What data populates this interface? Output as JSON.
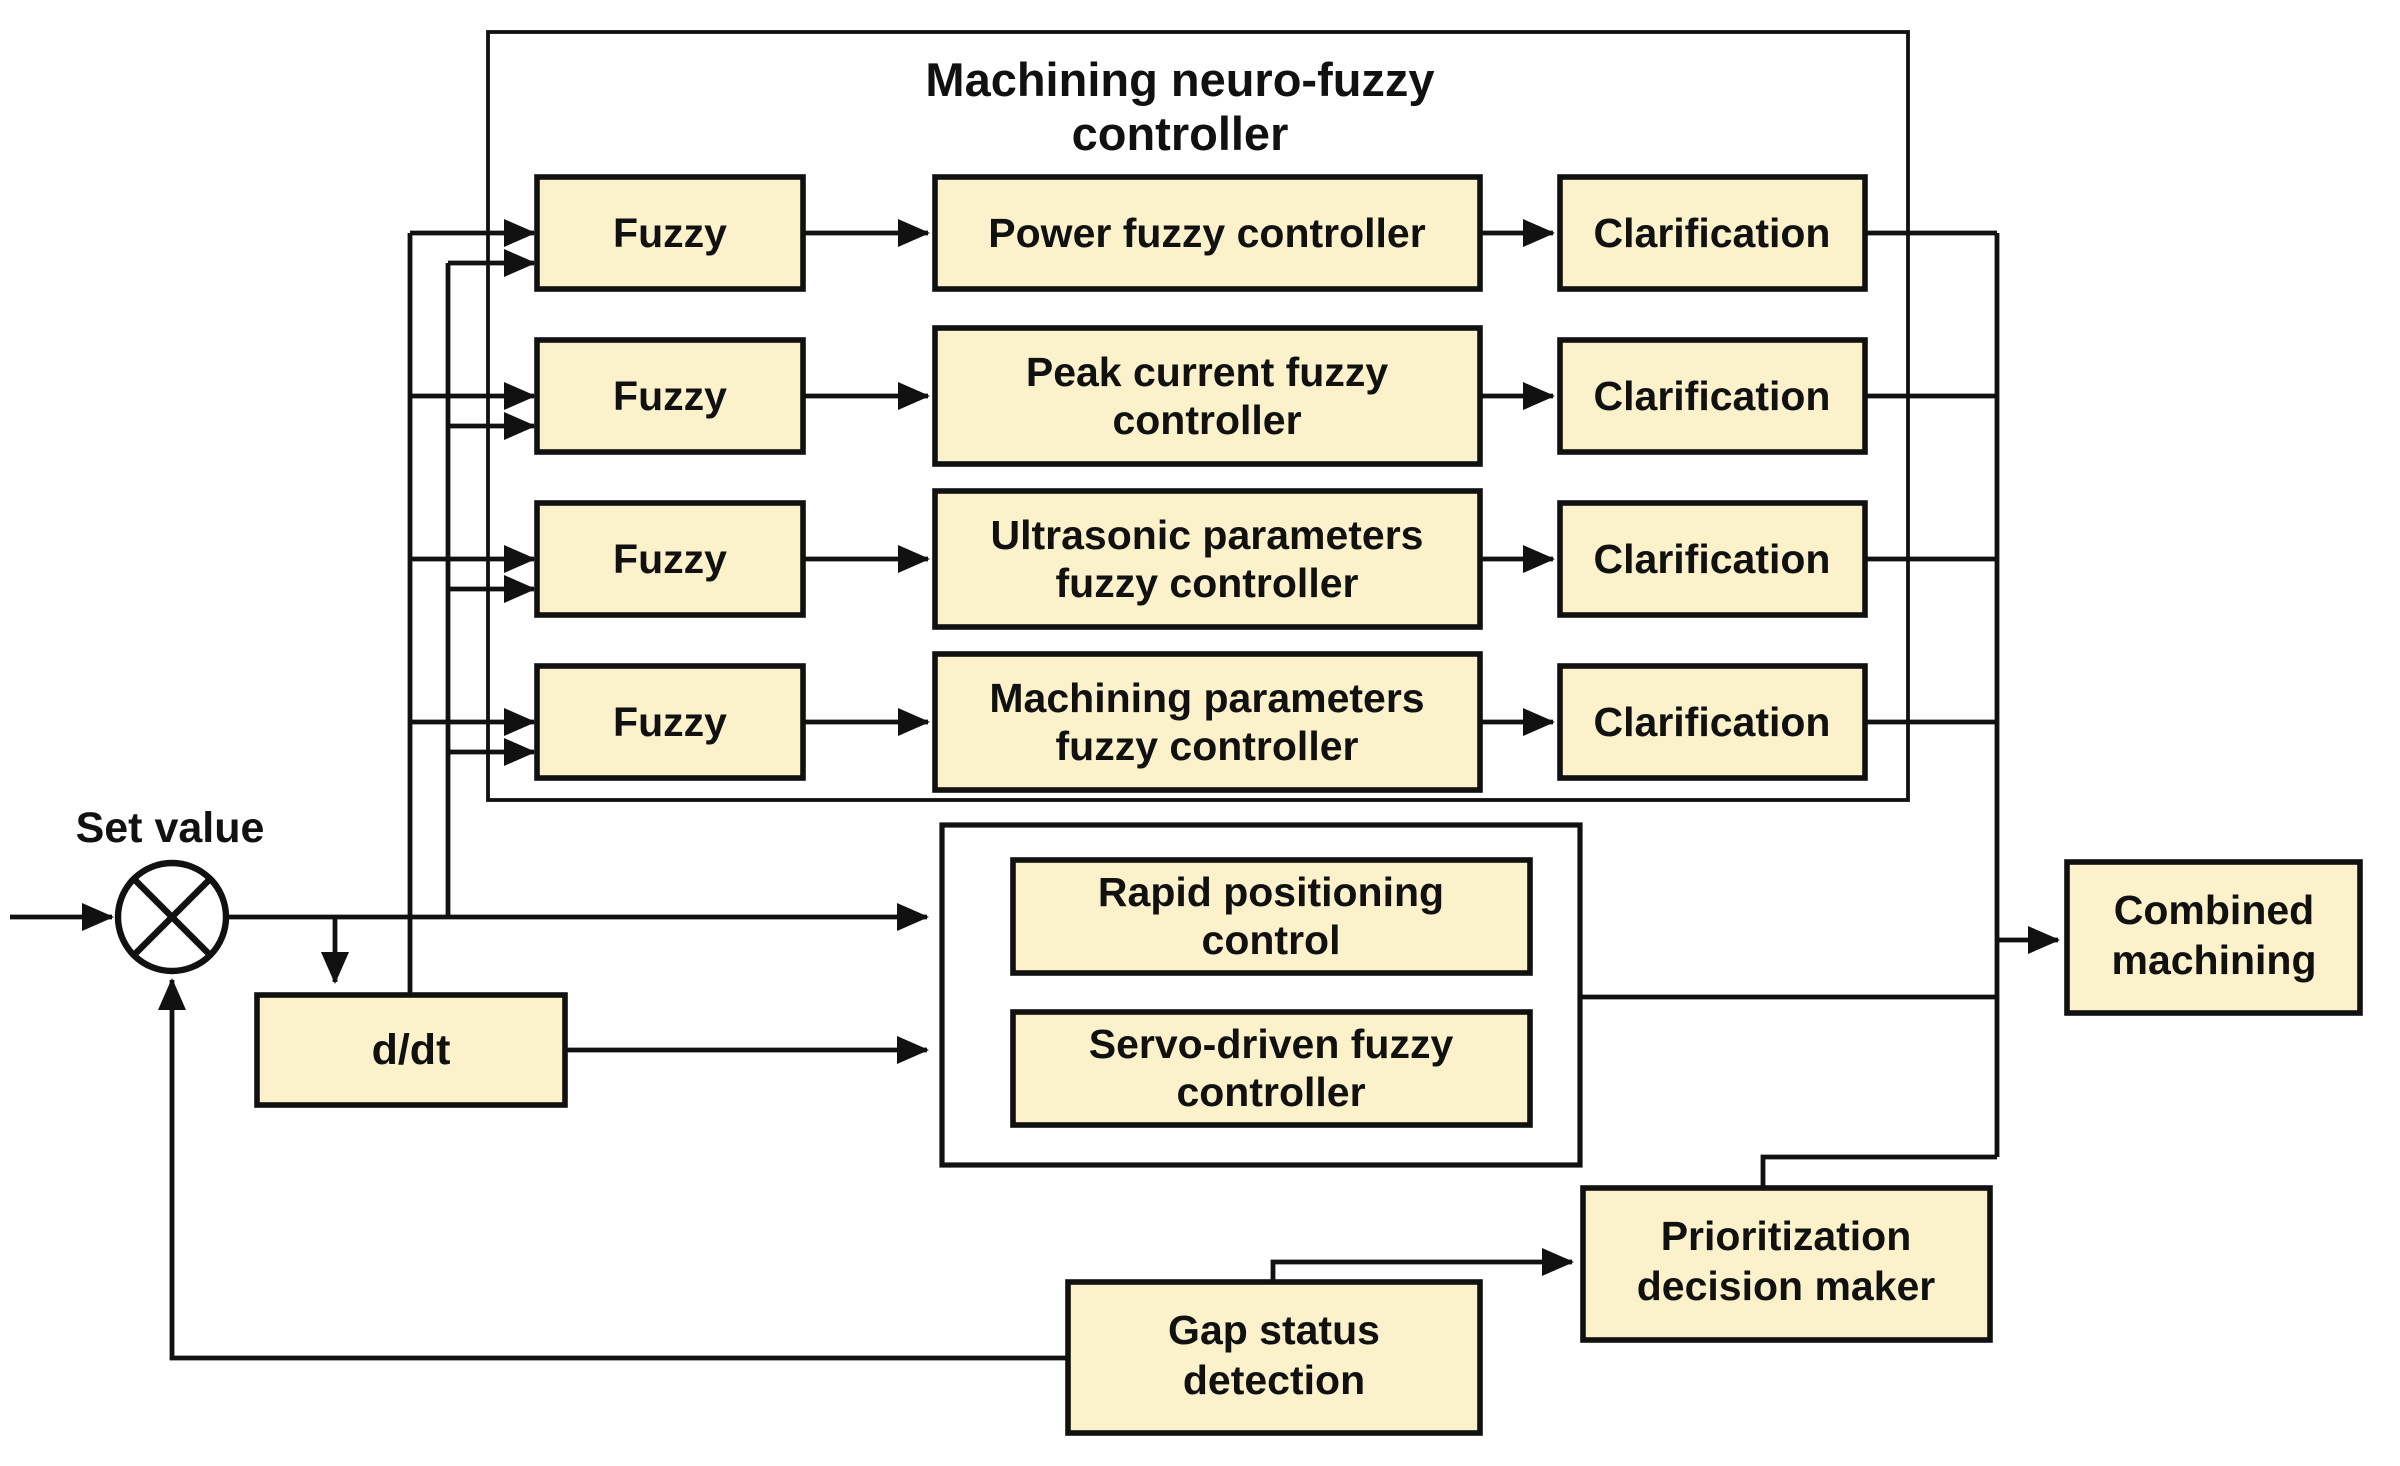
{
  "diagram": {
    "title_line1": "Machining neuro-fuzzy",
    "title_line2": "controller",
    "set_value_label": "Set value",
    "ddt_label": "d/dt",
    "rows": [
      {
        "fuzzy": "Fuzzy",
        "controller1": "Power fuzzy controller",
        "controller2": "",
        "clarification": "Clarification"
      },
      {
        "fuzzy": "Fuzzy",
        "controller1": "Peak current fuzzy",
        "controller2": "controller",
        "clarification": "Clarification"
      },
      {
        "fuzzy": "Fuzzy",
        "controller1": "Ultrasonic parameters",
        "controller2": "fuzzy controller",
        "clarification": "Clarification"
      },
      {
        "fuzzy": "Fuzzy",
        "controller1": "Machining parameters",
        "controller2": "fuzzy controller",
        "clarification": "Clarification"
      }
    ],
    "rapid_positioning_line1": "Rapid positioning",
    "rapid_positioning_line2": "control",
    "servo_driven_line1": "Servo-driven fuzzy",
    "servo_driven_line2": "controller",
    "combined_machining_line1": "Combined",
    "combined_machining_line2": "machining",
    "prioritization_line1": "Prioritization",
    "prioritization_line2": "decision maker",
    "gap_status_line1": "Gap status",
    "gap_status_line2": "detection",
    "colors": {
      "box_fill": "#fbf1cb",
      "stroke": "#111111",
      "background": "#ffffff"
    }
  }
}
